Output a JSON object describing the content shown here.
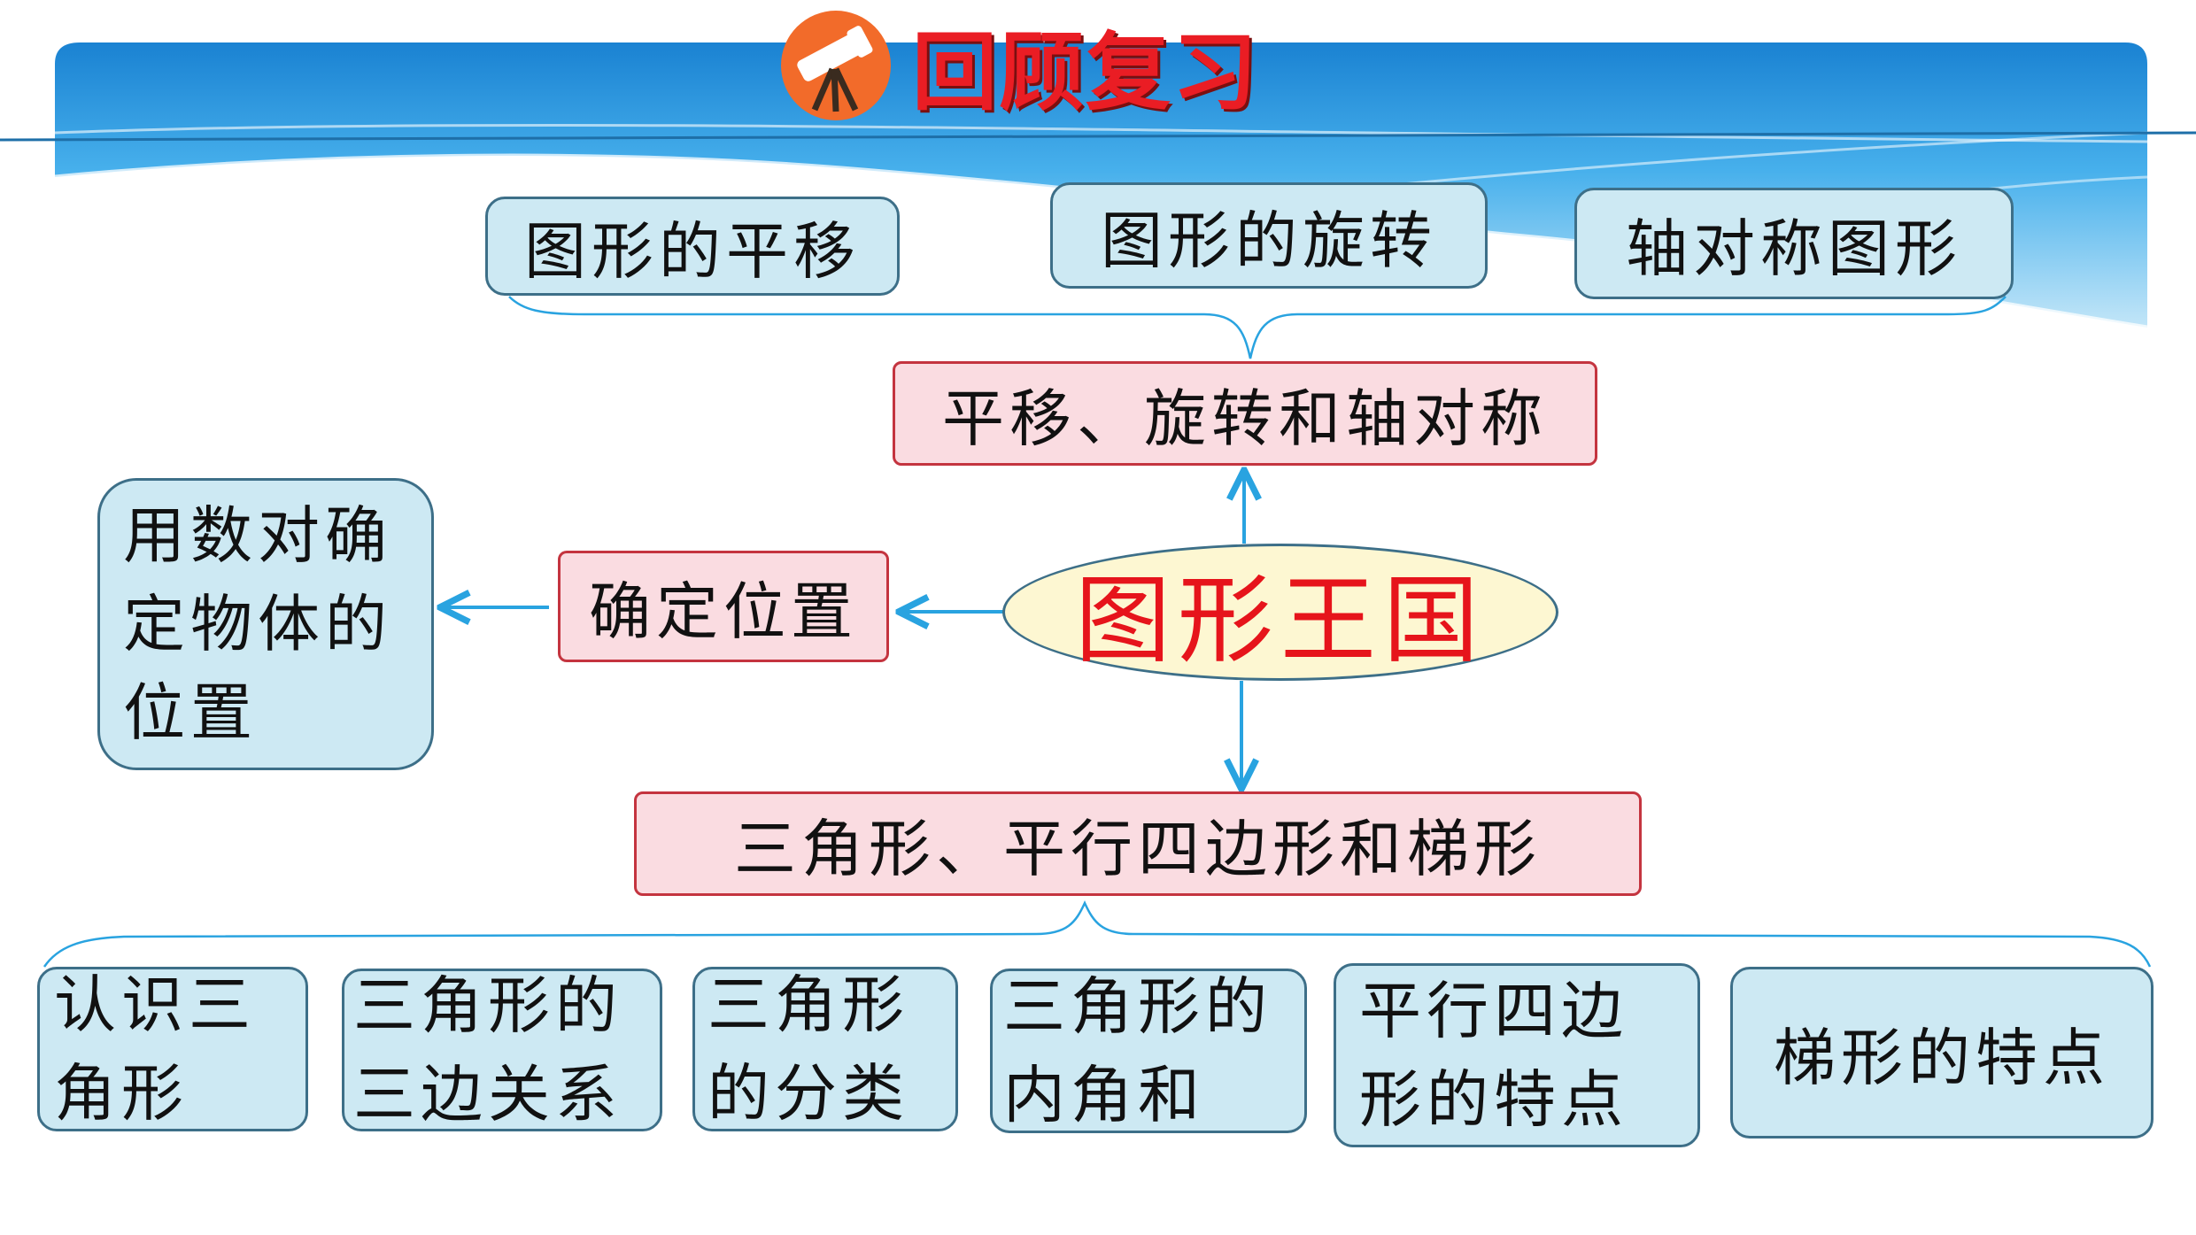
{
  "header": {
    "title": "回顾复习",
    "icon": "telescope-icon",
    "accent_color": "#ea1d24"
  },
  "center": {
    "label": "图形王国"
  },
  "top_branch": {
    "label": "平移、旋转和轴对称",
    "children": [
      "图形的平移",
      "图形的旋转",
      "轴对称图形"
    ]
  },
  "left_branch": {
    "label": "确定位置",
    "child_lines": [
      "用数对确",
      "定物体的",
      "位置"
    ]
  },
  "bottom_branch": {
    "label": "三角形、平行四边形和梯形",
    "children": [
      {
        "lines": [
          "认识三",
          "角形"
        ]
      },
      {
        "lines": [
          "三角形的",
          "三边关系"
        ]
      },
      {
        "lines": [
          "三角形",
          "的分类"
        ]
      },
      {
        "lines": [
          "三角形的",
          "内角和"
        ]
      },
      {
        "lines": [
          "平行四边",
          "形的特点"
        ]
      },
      {
        "lines": [
          "梯形的特点"
        ]
      }
    ]
  },
  "colors": {
    "banner_blue": "#1f8fd8",
    "box_fill": "#cde9f3",
    "box_border": "#3d6f88",
    "category_fill": "#fadce1",
    "category_border": "#c4343f",
    "center_fill": "#fdf7d2",
    "center_text": "#e6141b",
    "arrow": "#29a3e0"
  }
}
